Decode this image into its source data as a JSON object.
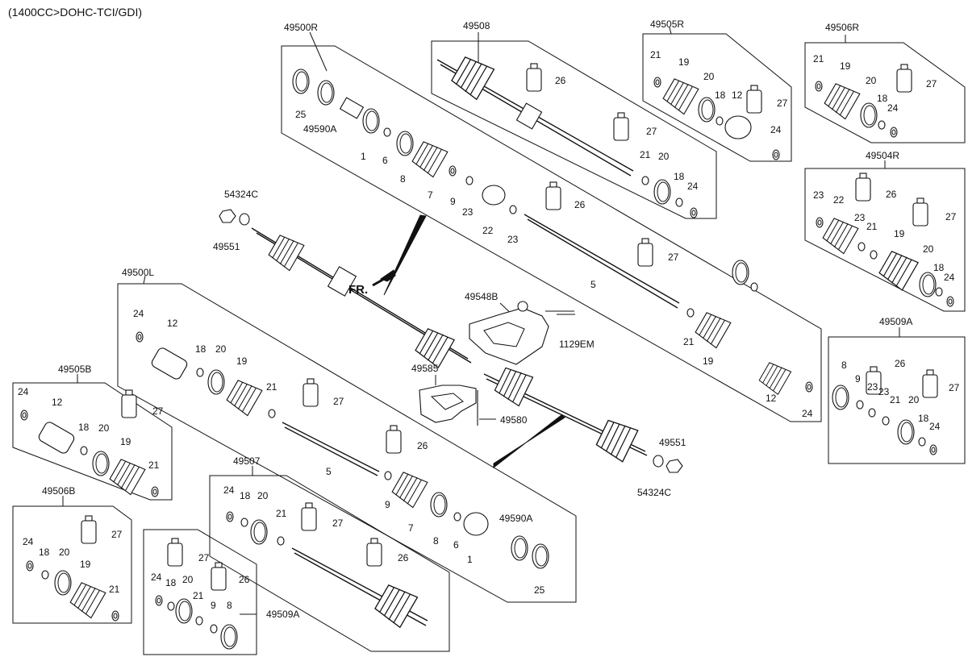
{
  "header": {
    "engine_spec": "(1400CC>DOHC-TCI/GDI)"
  },
  "direction_label": "FR.",
  "assemblies": {
    "a49500R": "49500R",
    "a49508": "49508",
    "a49505R": "49505R",
    "a49506R": "49506R",
    "a49504R": "49504R",
    "a49509A_r": "49509A",
    "a49500L": "49500L",
    "a49505B": "49505B",
    "a49506B": "49506B",
    "a49507": "49507",
    "a49509A_b": "49509A"
  },
  "callouts": {
    "p1": "1",
    "p5": "5",
    "p6": "6",
    "p7": "7",
    "p8": "8",
    "p9": "9",
    "p12": "12",
    "p18": "18",
    "p19": "19",
    "p20": "20",
    "p21": "21",
    "p22": "22",
    "p23": "23",
    "p24": "24",
    "p25": "25",
    "p26": "26",
    "p27": "27",
    "p54324C": "54324C",
    "p49551": "49551",
    "p49590A": "49590A",
    "p49548B": "49548B",
    "p1129EM": "1129EM",
    "p49585": "49585",
    "p49580": "49580"
  }
}
